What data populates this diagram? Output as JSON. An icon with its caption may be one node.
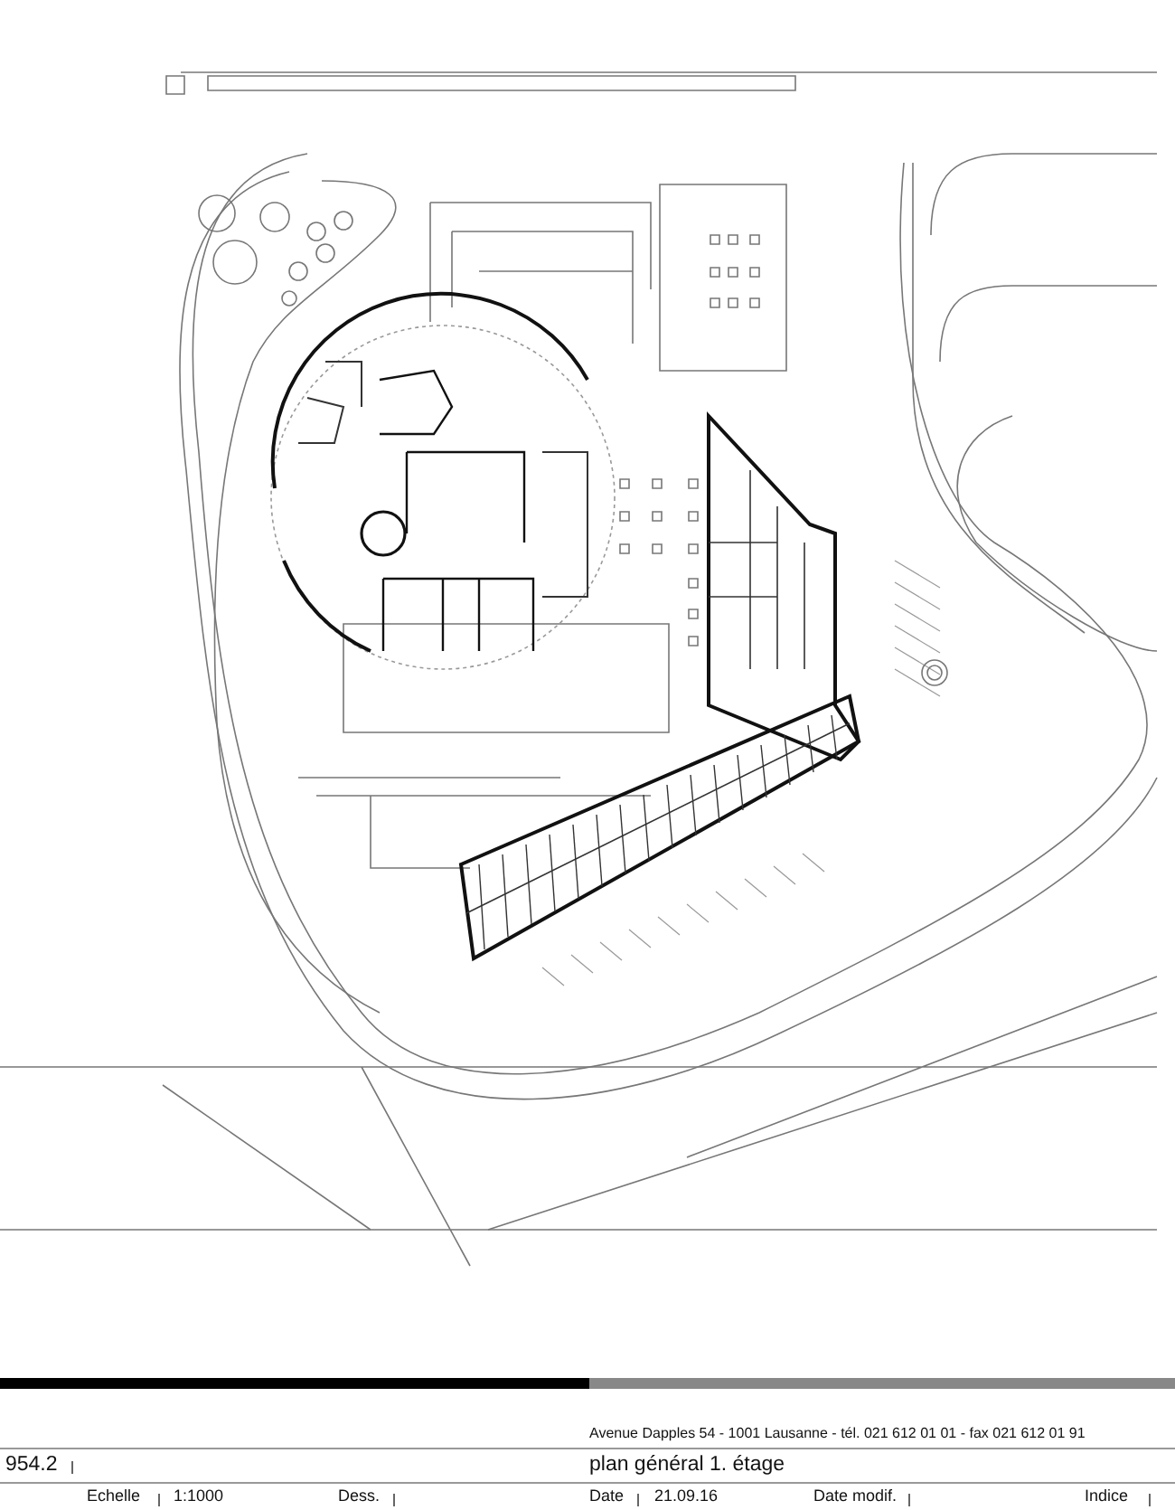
{
  "diagram": {
    "labels": [
      "Avenue Dapples 54 - 1001 Lausanne - tél. 021 612 01 01 - fax 021 612 01 91",
      "954.2",
      "plan général 1. étage",
      "Echelle",
      "1:1000",
      "Dess.",
      "Date",
      "21.09.16",
      "Date modif.",
      "Indice"
    ]
  }
}
